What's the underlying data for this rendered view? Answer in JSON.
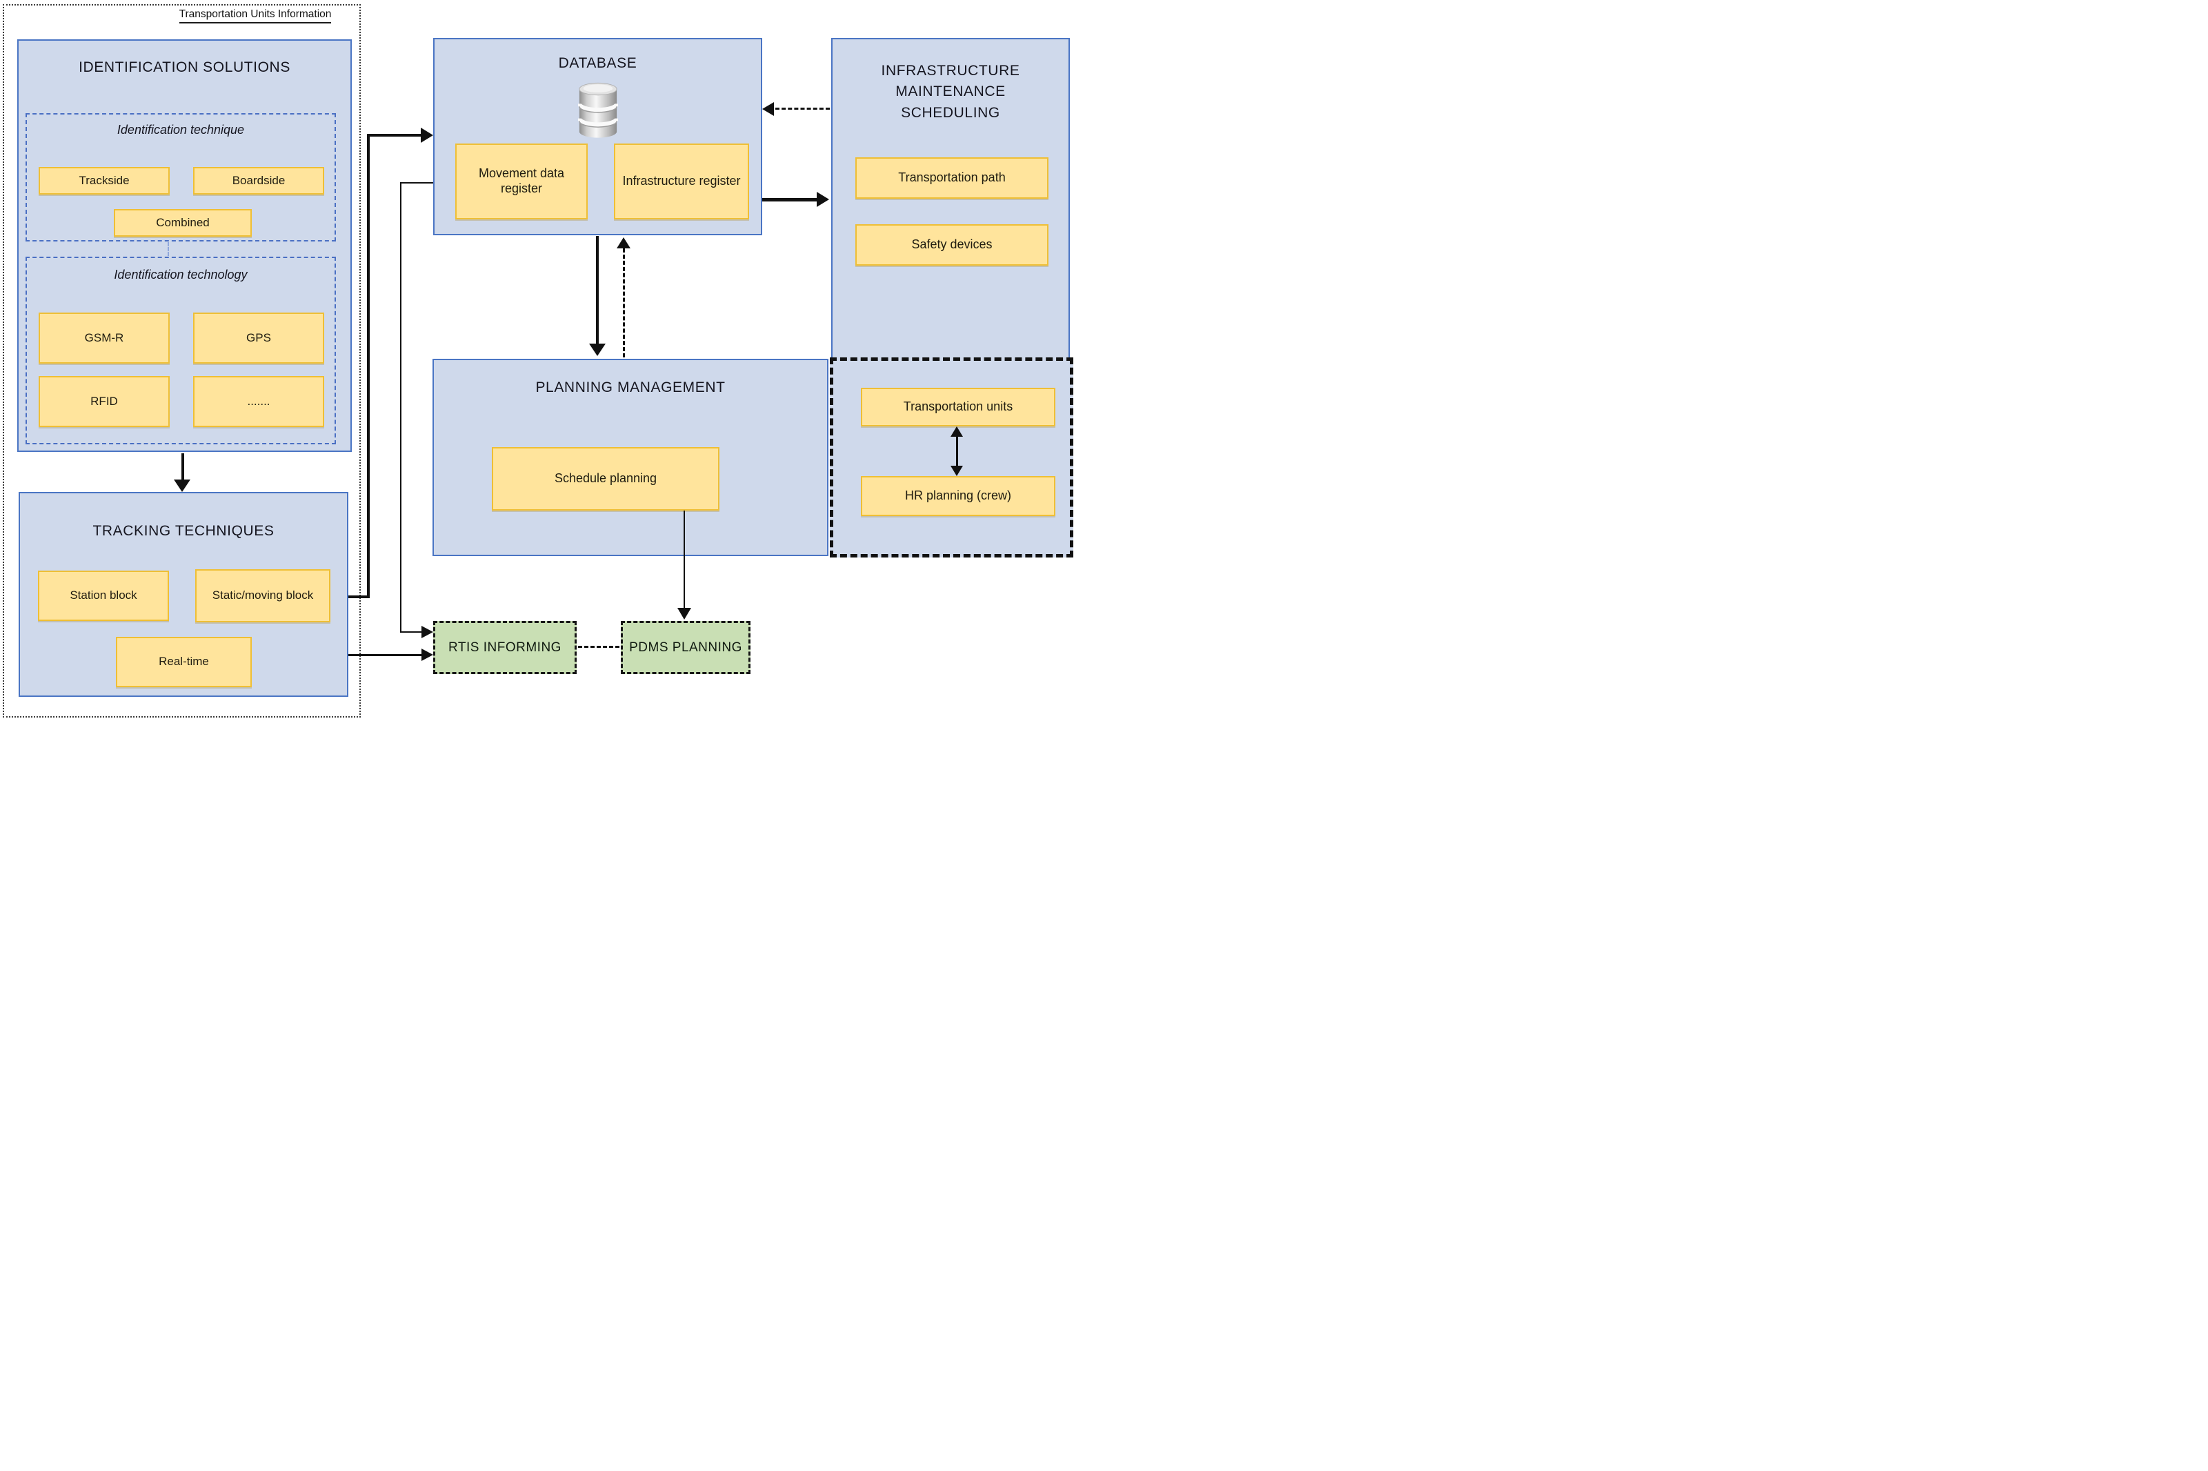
{
  "container": {
    "title": "Transportation Units Information"
  },
  "identification": {
    "title": "IDENTIFICATION  SOLUTIONS",
    "technique": {
      "label": "Identification technique",
      "items": [
        "Trackside",
        "Boardside",
        "Combined"
      ]
    },
    "technology": {
      "label": "Identification technology",
      "items": [
        "GSM-R",
        "GPS",
        "RFID",
        "......."
      ]
    }
  },
  "tracking": {
    "title": "TRACKING TECHNIQUES",
    "items": [
      "Station block",
      "Static/moving block",
      "Real-time"
    ]
  },
  "database": {
    "title": "DATABASE",
    "icon": "database-cylinder-icon",
    "registers": [
      "Movement data register",
      "Infrastructure register"
    ]
  },
  "infrastructure": {
    "title": "INFRASTRUCTURE MAINTENANCE SCHEDULING",
    "items": [
      "Transportation path",
      "Safety devices"
    ]
  },
  "planning": {
    "title": "PLANNING MANAGEMENT",
    "items": [
      "Schedule planning"
    ]
  },
  "crew": {
    "items": [
      "Transportation units",
      "HR planning (crew)"
    ]
  },
  "outputs": {
    "rtis": "RTIS INFORMING",
    "pdms": "PDMS PLANNING"
  },
  "colors": {
    "panel_fill": "#cfd9eb",
    "panel_border": "#4a75c4",
    "node_fill": "#ffe49c",
    "node_border": "#efbf35",
    "output_fill": "#c9dfb4",
    "group_border_blue": "#4a6fc3",
    "connector": "#111111"
  }
}
